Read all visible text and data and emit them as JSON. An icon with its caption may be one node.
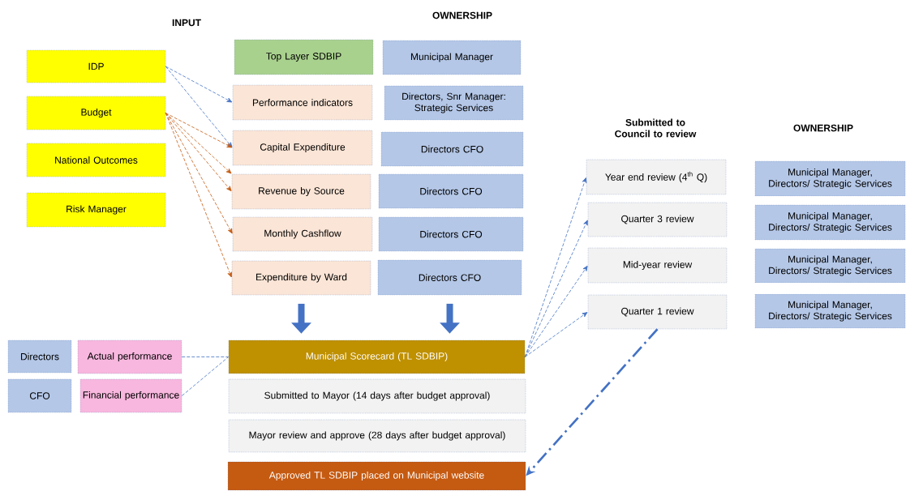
{
  "diagram": {
    "nodes": [
      {
        "text": [
          "IDP"
        ]
      },
      {
        "text": [
          "Budget"
        ]
      },
      {
        "text": [
          "National Outcomes"
        ]
      },
      {
        "text": [
          "Risk Manager"
        ]
      },
      {
        "text": [
          "Top Layer SDBIP"
        ]
      },
      {
        "text": [
          "Performance indicators"
        ]
      },
      {
        "text": [
          "Capital Expenditure"
        ]
      },
      {
        "text": [
          "Revenue by Source"
        ]
      },
      {
        "text": [
          "Monthly Cashflow"
        ]
      },
      {
        "text": [
          "Expenditure by Ward"
        ]
      },
      {
        "text": [
          "Municipal Manager"
        ]
      },
      {
        "text": [
          "Directors, Snr Manager: Strategic Services"
        ]
      },
      {
        "text": [
          "Directors CFO"
        ]
      },
      {
        "text": [
          "Directors CFO"
        ]
      },
      {
        "text": [
          "Directors CFO"
        ]
      },
      {
        "text": [
          "Directors CFO"
        ]
      },
      {
        "text": [
          "Directors"
        ]
      },
      {
        "text": [
          "Actual performance"
        ]
      },
      {
        "text": [
          "CFO"
        ]
      },
      {
        "text": [
          "Financial performance"
        ]
      },
      {
        "text": [
          "Municipal Scorecard (TL SDBIP)"
        ]
      },
      {
        "text": [
          "Submitted to Mayor (14 days after budget approval)"
        ]
      },
      {
        "text": [
          "Mayor review and approve (28 days after budget approval)"
        ]
      },
      {
        "text": [
          "Approved TL SDBIP placed on Municipal website"
        ]
      },
      {
        "text": [
          "Year end review (4$^{th}$ Q)"
        ]
      },
      {
        "text": [
          "Quarter 3 review"
        ]
      },
      {
        "text": [
          "Mid-year review"
        ]
      },
      {
        "text": [
          "Quarter 1 review"
        ]
      },
      {
        "text": [
          "Municipal Manager, Directors/ Strategic Services"
        ]
      },
      {
        "text": [
          "Municipal Manager, Directors/ Strategic Services"
        ]
      },
      {
        "text": [
          "Municipal Manager, Directors/ Strategic Services"
        ]
      },
      {
        "text": [
          "Municipal Manager, Directors/ Strategic Services"
        ]
      }
    ],
    "edges": [
      {
        "from": 0,
        "to": 5,
        "arrow": "to",
        "style": "dashed"
      },
      {
        "from": 0,
        "to": 6,
        "arrow": "to",
        "style": "dashed"
      },
      {
        "from": 1,
        "to": 6,
        "arrow": "to",
        "style": "dashed",
        "color": "#c55a11"
      },
      {
        "from": 1,
        "to": 7,
        "arrow": "to",
        "style": "dashed",
        "color": "#c55a11"
      },
      {
        "from": 1,
        "to": 7,
        "arrow": "to",
        "style": "dashed",
        "color": "#c55a11"
      },
      {
        "from": 1,
        "to": 8,
        "arrow": "to",
        "style": "dashed",
        "color": "#c55a11"
      },
      {
        "from": 1,
        "to": 9,
        "arrow": "to",
        "style": "dashed",
        "color": "#c55a11"
      },
      {
        "from": 9,
        "to": 20,
        "arrow": "to",
        "style": "thick"
      },
      {
        "from": 15,
        "to": 20,
        "arrow": "to",
        "style": "thick"
      },
      {
        "from": 17,
        "to": 20,
        "arrow": "none",
        "style": "dashed"
      },
      {
        "from": 19,
        "to": 20,
        "arrow": "none",
        "style": "dashed"
      },
      {
        "from": 20,
        "to": 24,
        "arrow": "to",
        "style": "dashed"
      },
      {
        "from": 20,
        "to": 25,
        "arrow": "to",
        "style": "dashed"
      },
      {
        "from": 20,
        "to": 26,
        "arrow": "to",
        "style": "dashed"
      },
      {
        "from": 20,
        "to": 27,
        "arrow": "to",
        "style": "dashed"
      },
      {
        "from": 27,
        "to": 23,
        "arrow": "to",
        "style": "dashed"
      }
    ],
    "labels": [
      "INPUT",
      "OWNERSHIP",
      "Submitted to Council to review",
      "OWNERSHIP"
    ]
  }
}
